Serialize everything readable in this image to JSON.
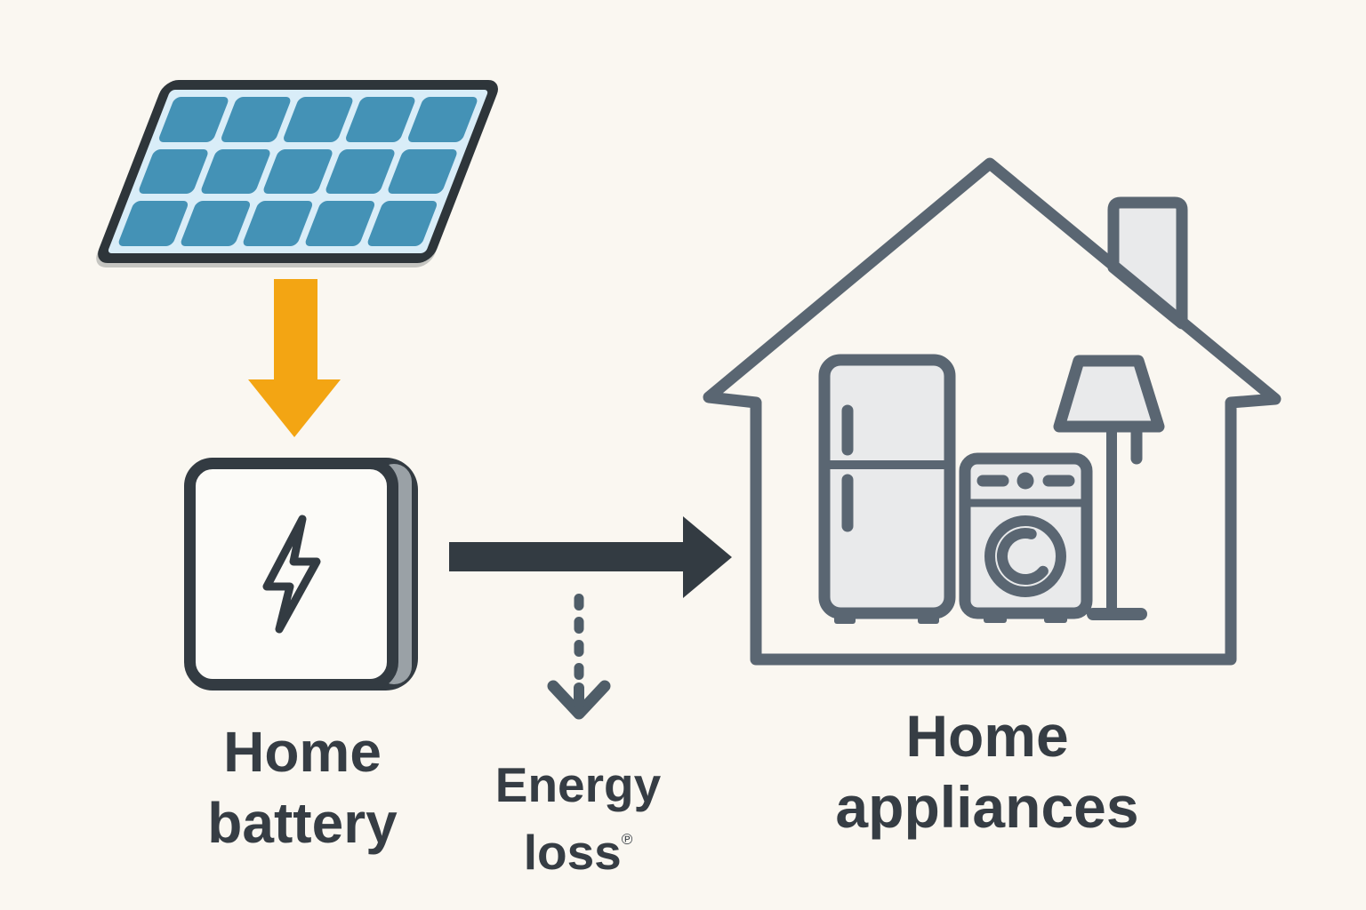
{
  "diagram": {
    "description": "Solar panel charges a home battery; energy flows to home appliances with some energy loss",
    "nodes": [
      {
        "id": "solar-panel",
        "label": ""
      },
      {
        "id": "home-battery",
        "label": "Home battery"
      },
      {
        "id": "home-appliances",
        "label": "Home appliances"
      }
    ]
  },
  "labels": {
    "battery": {
      "line1": "Home",
      "line2": "battery"
    },
    "energy_loss": {
      "line1": "Energy",
      "line2": "loss",
      "superscript": "℗"
    },
    "appliances": {
      "line1": "Home",
      "line2": "appliances"
    }
  },
  "solar_panel": {
    "rows": 3,
    "cols": 5
  },
  "energy_loss_arrow": {
    "dash_count": 4
  },
  "colors": {
    "bg": "#faf7f1",
    "dark": "#333b42",
    "house": "#5a6672",
    "fill": "#e9eaeb",
    "yellow": "#f3a513",
    "cell": "#4492b6",
    "gap": "#d9edf8",
    "frame": "#2e353a",
    "side": "#9aa1a6",
    "loss": "#4f5d68",
    "text": "#363d44",
    "paper": "#fcfbf8"
  }
}
